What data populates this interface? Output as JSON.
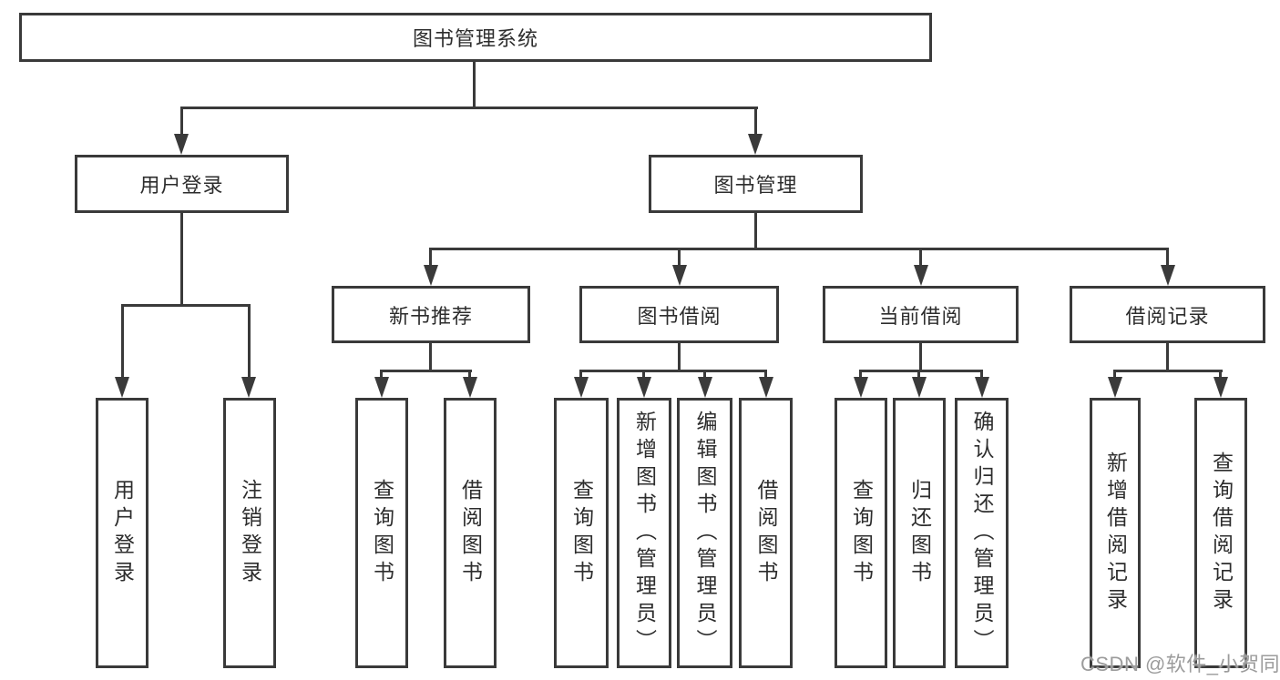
{
  "diagram": {
    "tree": {
      "label": "图书管理系统",
      "children": [
        {
          "label": "用户登录",
          "children": [
            {
              "label": "用户登录"
            },
            {
              "label": "注销登录"
            }
          ]
        },
        {
          "label": "图书管理",
          "children": [
            {
              "label": "新书推荐",
              "children": [
                {
                  "label": "查询图书"
                },
                {
                  "label": "借阅图书"
                }
              ]
            },
            {
              "label": "图书借阅",
              "children": [
                {
                  "label": "查询图书"
                },
                {
                  "label": "新增图书（管理员）"
                },
                {
                  "label": "编辑图书（管理员）"
                },
                {
                  "label": "借阅图书"
                }
              ]
            },
            {
              "label": "当前借阅",
              "children": [
                {
                  "label": "查询图书"
                },
                {
                  "label": "归还图书"
                },
                {
                  "label": "确认归还（管理员）"
                }
              ]
            },
            {
              "label": "借阅记录",
              "children": [
                {
                  "label": "新增借阅记录"
                },
                {
                  "label": "查询借阅记录"
                }
              ]
            }
          ]
        }
      ]
    }
  },
  "watermark": {
    "text": "CSDN @软件_小贺同学"
  },
  "colors": {
    "line": "#3a3a3a",
    "text": "#2d2d2d",
    "box_background": "#ffffff",
    "page_background": "#ffffff",
    "watermark": "#9c9c9c"
  }
}
